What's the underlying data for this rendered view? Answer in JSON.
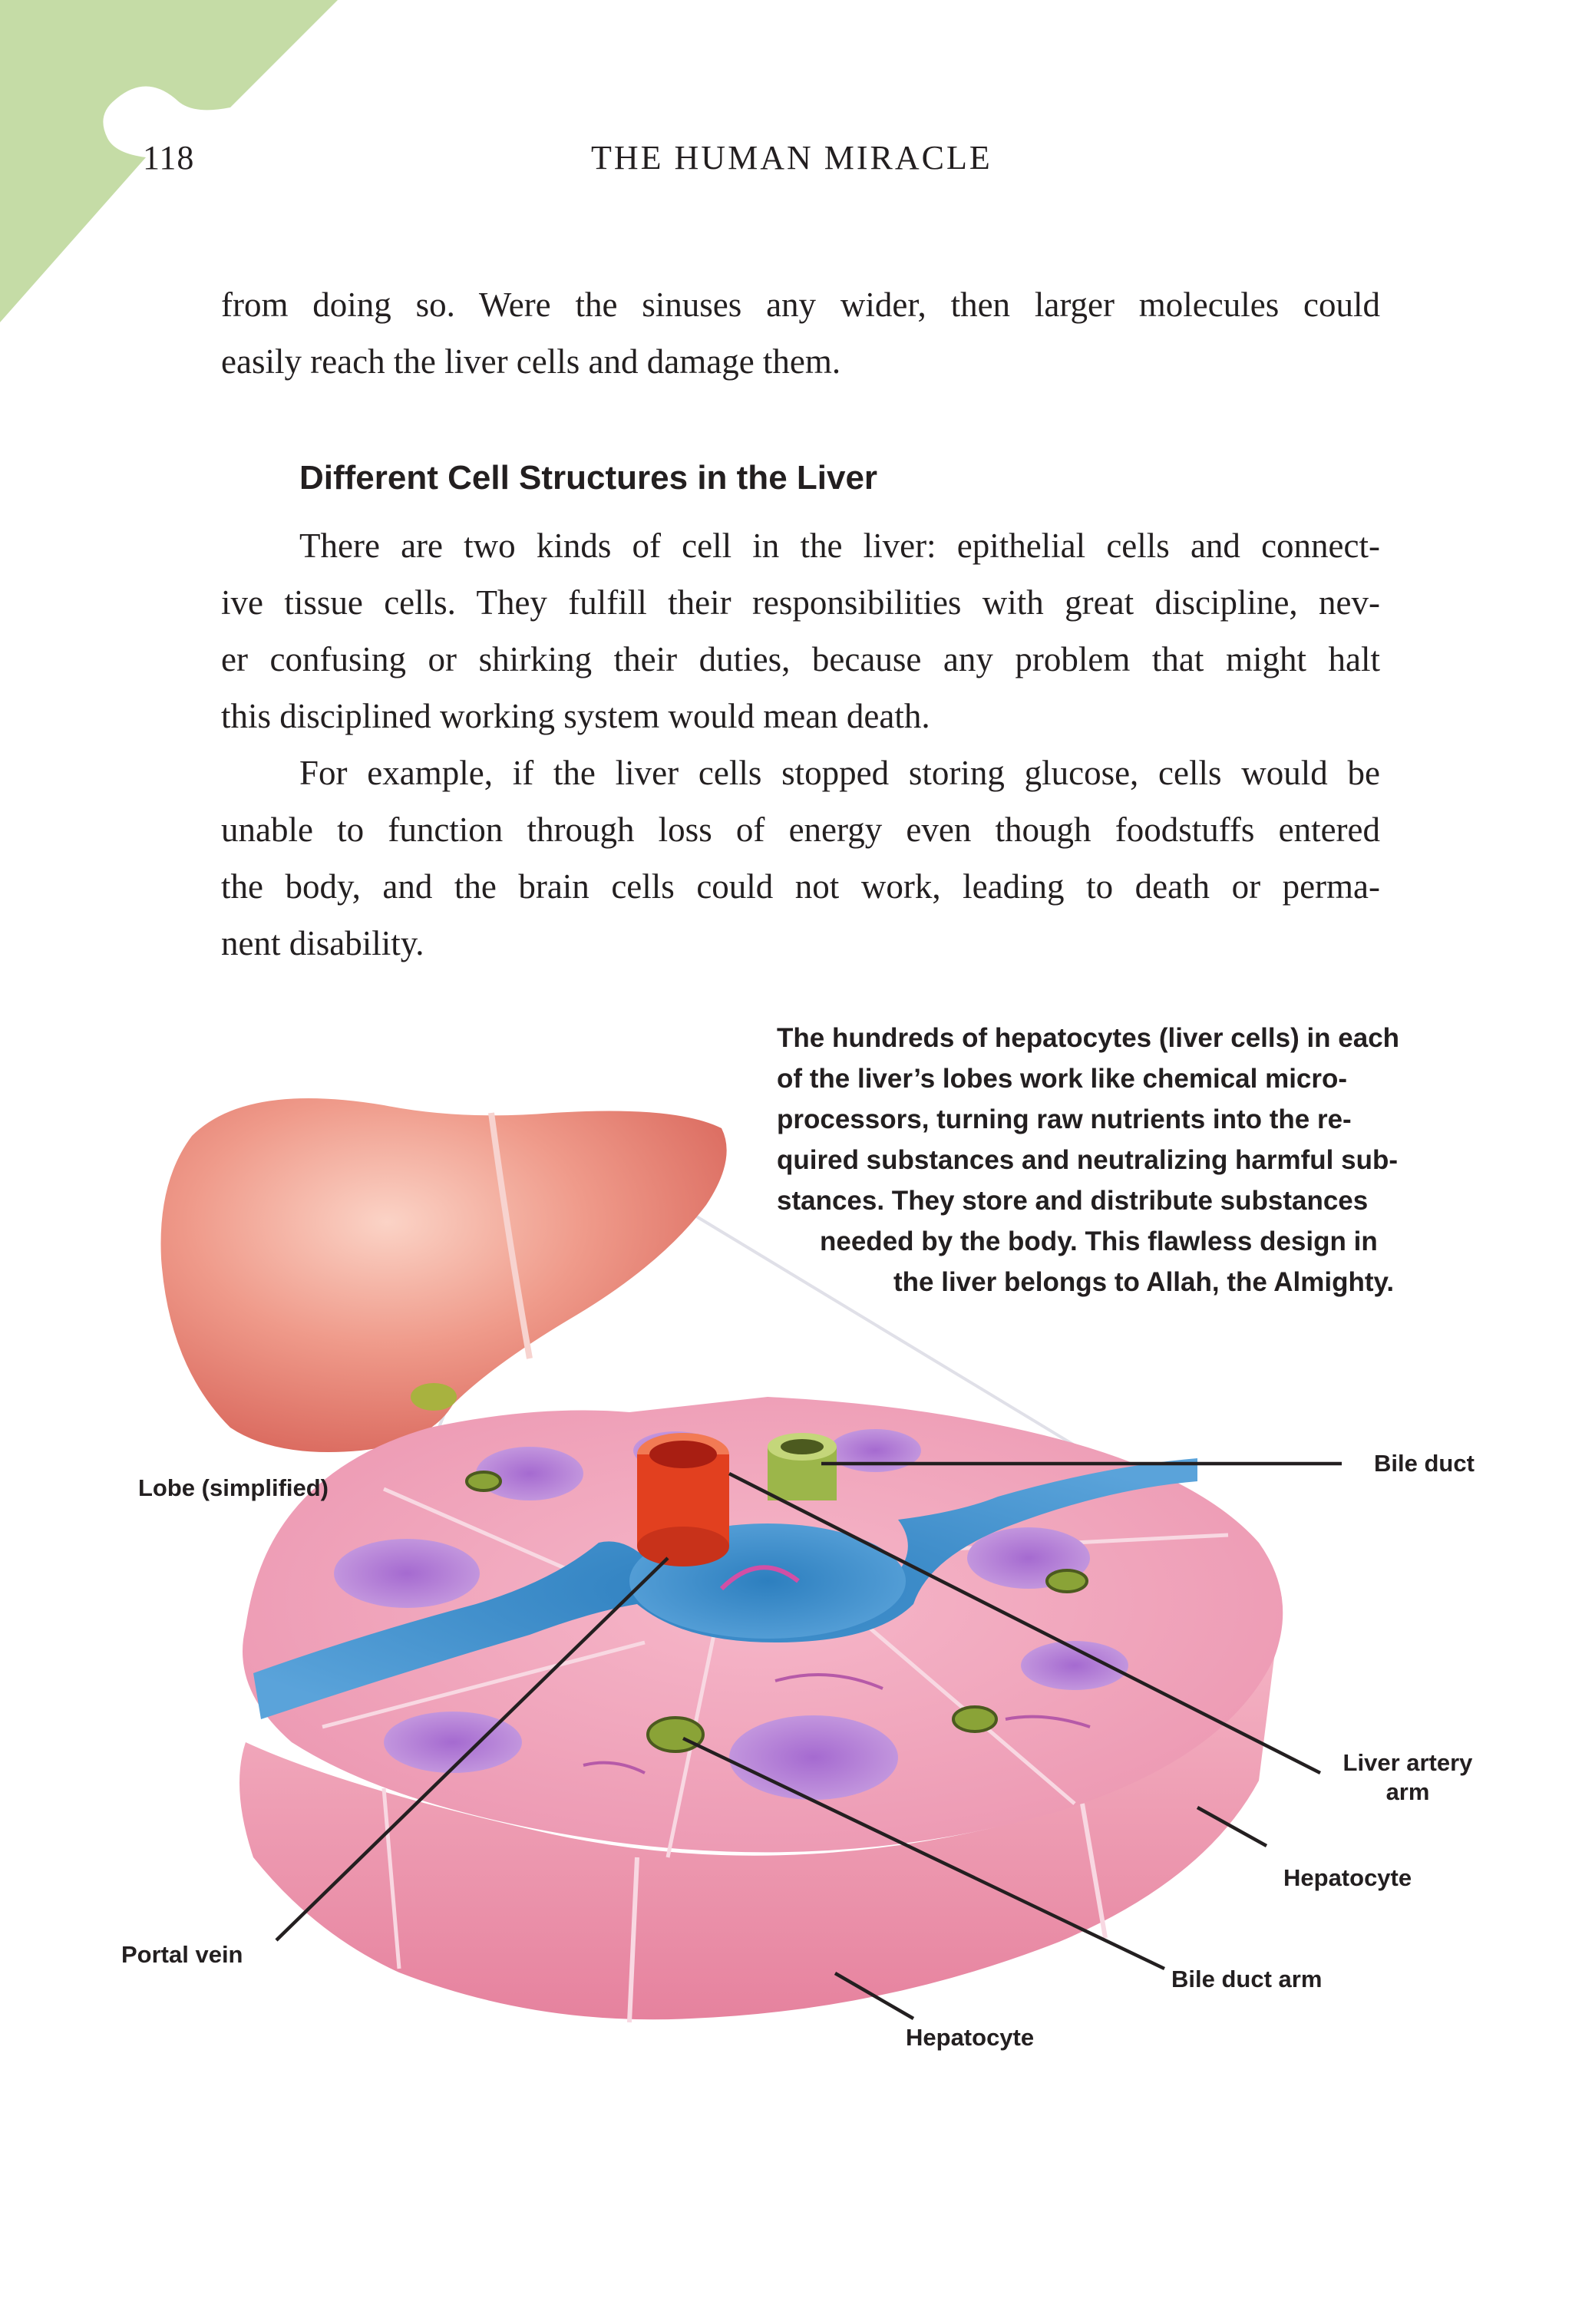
{
  "header": {
    "page_number": "118",
    "running_title": "THE HUMAN MIRACLE"
  },
  "paragraph_1": {
    "lines": [
      "from doing so. Were the sinuses any wider, then larger molecules could",
      "easily reach the liver cells and damage them."
    ]
  },
  "section": {
    "heading": "Different Cell Structures in the Liver"
  },
  "paragraph_2": {
    "lines": [
      "There are two kinds of cell in the liver: epithelial cells and connect-",
      "ive tissue cells. They fulfill their responsibilities with great discipline, nev-",
      "er confusing or shirking their duties, because any problem that might halt",
      "this disciplined working system would mean death."
    ]
  },
  "paragraph_3": {
    "lines": [
      "For example, if the liver cells stopped storing glucose, cells would be",
      "unable to function through loss of energy even though foodstuffs entered",
      "the body, and the brain cells could not work, leading to death or perma-",
      "nent disability."
    ]
  },
  "figure": {
    "caption_lines": [
      "The hundreds of hepatocytes (liver cells) in each",
      "of the liver’s lobes work like chemical micro-",
      "processors, turning raw nutrients into the re-",
      "quired substances and neutralizing harmful sub-",
      "stances. They store and distribute substances",
      "needed by the body. This flawless design in",
      "the liver belongs to Allah, the Almighty."
    ],
    "labels": {
      "lobe": "Lobe (simplified)",
      "bile_duct": "Bile duct",
      "liver_artery_1": "Liver artery",
      "liver_artery_2": "arm",
      "hepatocyte_right": "Hepatocyte",
      "portal_vein": "Portal vein",
      "bile_duct_arm": "Bile duct arm",
      "hepatocyte_bottom": "Hepatocyte"
    }
  },
  "colors": {
    "corner_tab": "#c5dca6",
    "liver": "#e9857a",
    "tissue": "#f2a9be",
    "vein": "#4f8fc8",
    "artery": "#e2401f",
    "bile": "#9cb64a"
  }
}
